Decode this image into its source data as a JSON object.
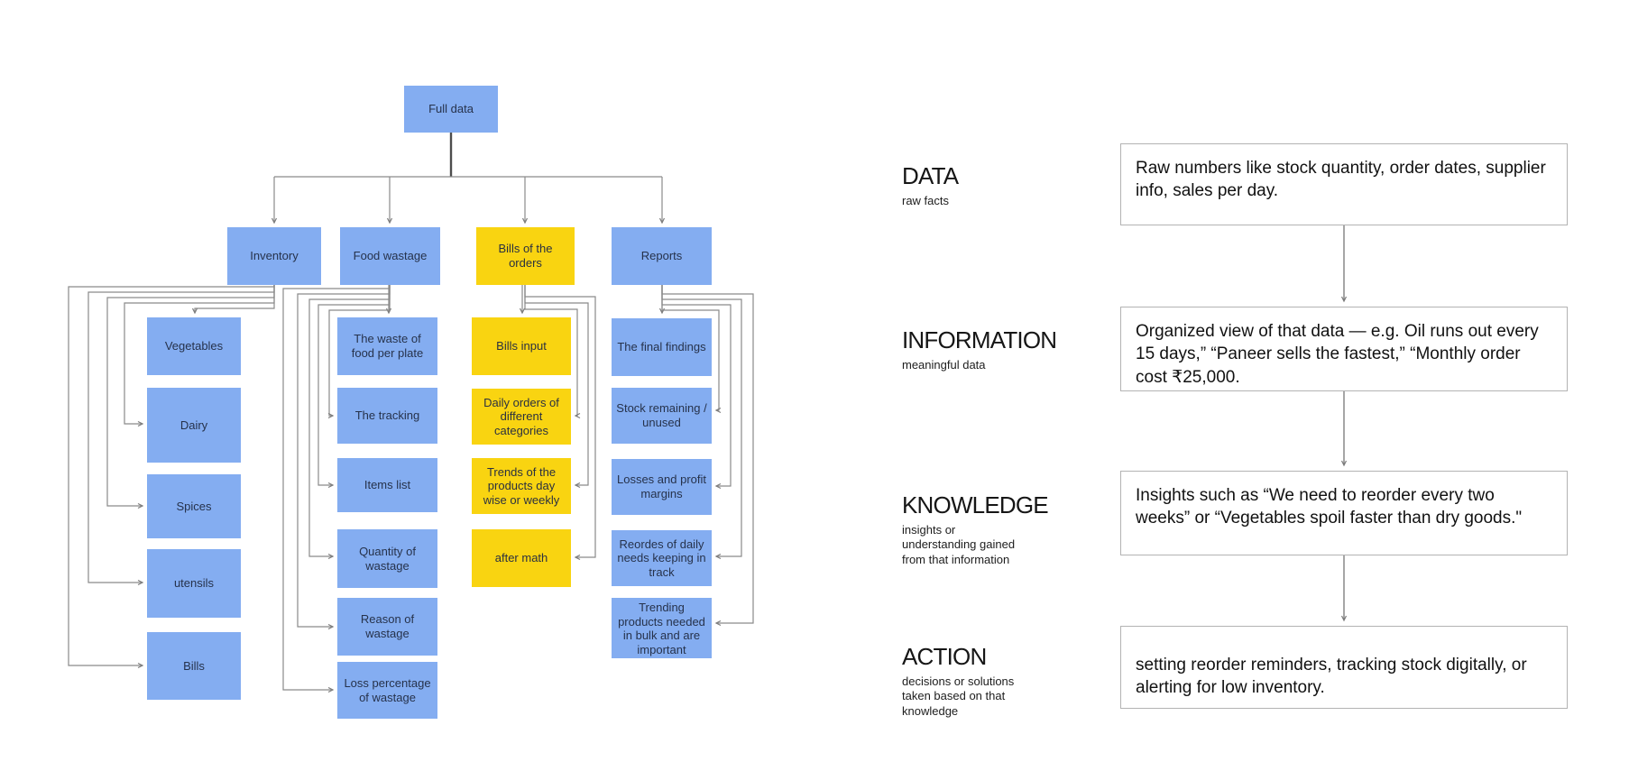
{
  "colors": {
    "node_blue": "#84adf1",
    "node_yellow": "#f9d411",
    "node_text": "#26324b",
    "connector_gray": "#7d7d7d",
    "box_border_gray": "#b3b3b3",
    "background": "#ffffff"
  },
  "tree": {
    "root": "Full data",
    "branches": [
      {
        "label": "Inventory",
        "children": [
          "Vegetables",
          "Dairy",
          "Spices",
          "utensils",
          "Bills"
        ]
      },
      {
        "label": "Food wastage",
        "children": [
          "The waste of food per plate",
          "The tracking",
          "Items list",
          "Quantity of wastage",
          "Reason of wastage",
          "Loss percentage of wastage"
        ]
      },
      {
        "label": "Bills of the orders",
        "children": [
          "Bills input",
          "Daily orders of different categories",
          "Trends of the products day wise or weekly",
          "after math"
        ]
      },
      {
        "label": "Reports",
        "children": [
          "The final findings",
          "Stock remaining / unused",
          "Losses and profit margins",
          "Reordes of daily needs keeping in track",
          "Trending products needed in bulk and are important"
        ]
      }
    ]
  },
  "dikw": {
    "levels": [
      {
        "title": "DATA",
        "subtitle": "raw facts",
        "text": "Raw numbers like stock quantity, order dates, supplier info, sales per day."
      },
      {
        "title": "INFORMATION",
        "subtitle": "meaningful data",
        "text": "Organized view of that data — e.g. Oil runs out every 15 days,” “Paneer sells the fastest,” “Monthly order cost ₹25,000."
      },
      {
        "title": "KNOWLEDGE",
        "subtitle": "insights or\nunderstanding gained\nfrom that information",
        "text": "Insights such as “We need to reorder every two weeks” or “Vegetables spoil faster than dry goods.\""
      },
      {
        "title": "ACTION",
        "subtitle": "decisions or solutions\ntaken based on that\nknowledge",
        "text": "setting reorder reminders, tracking stock digitally, or alerting for low inventory."
      }
    ]
  }
}
